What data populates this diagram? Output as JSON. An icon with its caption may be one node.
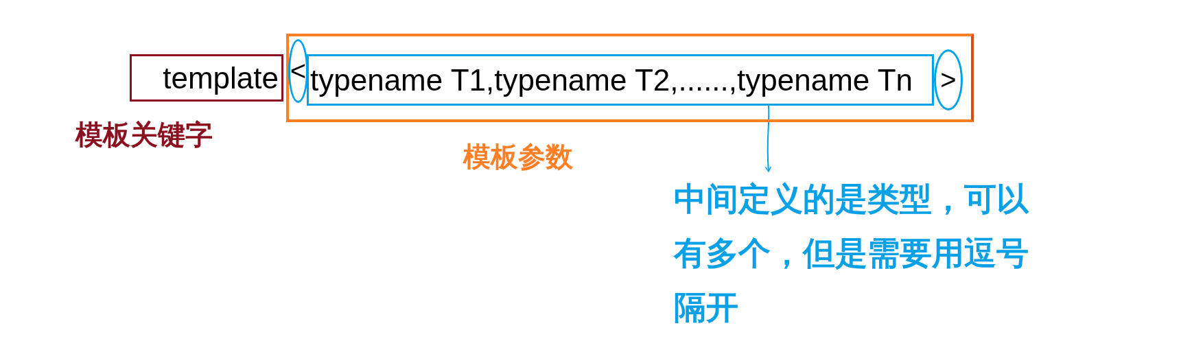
{
  "diagram": {
    "nodes": [
      {
        "text": [
          "template"
        ],
        "beside": [
          "模板关键字"
        ]
      },
      {
        "text": [
          "模板参数"
        ]
      },
      {
        "text": [
          "<"
        ],
        "in": 1
      },
      {
        "text": [
          "typename T1,typename T2,......,typename Tn"
        ],
        "in": 1
      },
      {
        "text": [
          ">"
        ],
        "in": 1
      },
      {
        "text": [
          "中间定义的是类型，可以有多个，但是需要用逗号隔开"
        ]
      }
    ],
    "edges": [
      {
        "from": 3,
        "to": 5,
        "arrow": "to",
        "color": "#00a2e8"
      }
    ]
  }
}
